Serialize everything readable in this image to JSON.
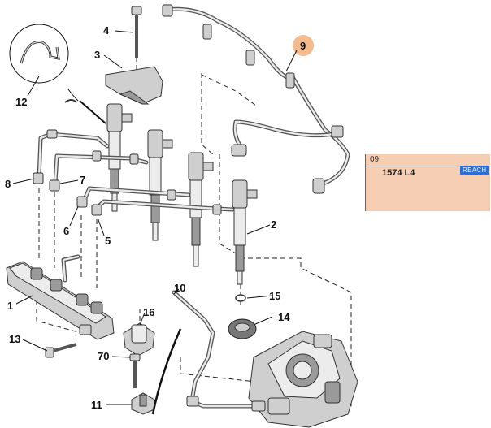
{
  "diagram": {
    "callouts": {
      "c1": "1",
      "c2": "2",
      "c3": "3",
      "c4": "4",
      "c5": "5",
      "c6": "6",
      "c7": "7",
      "c8": "8",
      "c9": "9",
      "c10": "10",
      "c11": "11",
      "c12": "12",
      "c13": "13",
      "c14": "14",
      "c15": "15",
      "c16": "16",
      "c70": "70"
    },
    "highlight_color": "#f2b07a"
  },
  "reference_panel": {
    "code": "09",
    "part_number": "1574 L4",
    "badge": "REACH",
    "background": "#f6ceb4",
    "badge_color": "#2f6fd0"
  }
}
